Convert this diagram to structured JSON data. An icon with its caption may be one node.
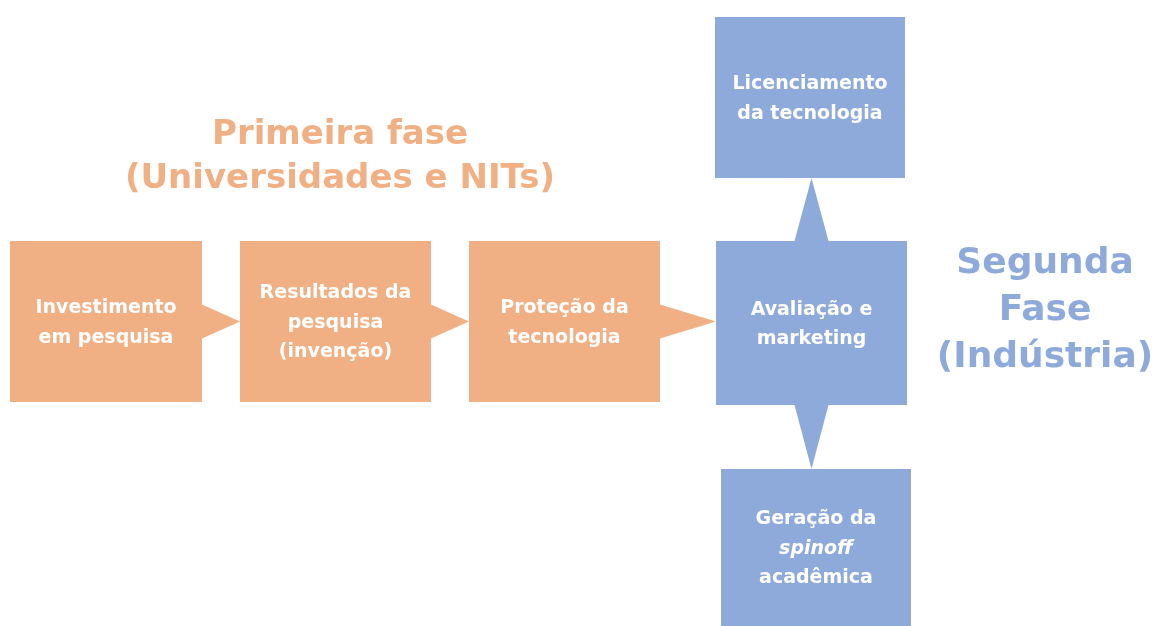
{
  "diagram": {
    "nodes": [
      {
        "text": [
          "Investimento em pesquisa"
        ]
      },
      {
        "text": [
          "Resultados da pesquisa (invenção)"
        ]
      },
      {
        "text": [
          "Proteção da tecnologia"
        ]
      },
      {
        "text": [
          "Licenciamento da tecnologia"
        ]
      },
      {
        "text": [
          "Avaliação e marketing"
        ]
      },
      {
        "text": [
          "Geração da *spinoff* acadêmica"
        ]
      }
    ],
    "edges": [
      {
        "from": 0,
        "to": 1,
        "arrow": "to",
        "color": "#f0b083"
      },
      {
        "from": 1,
        "to": 2,
        "arrow": "to",
        "color": "#f0b083"
      },
      {
        "from": 2,
        "to": 4,
        "arrow": "to",
        "color": "#f0b083"
      },
      {
        "from": 4,
        "to": 3,
        "arrow": "to"
      },
      {
        "from": 4,
        "to": 5,
        "arrow": "to"
      }
    ],
    "labels": [
      "Primeira fase (Universidades e NITs)",
      "Segunda Fase (Indústria)"
    ]
  }
}
